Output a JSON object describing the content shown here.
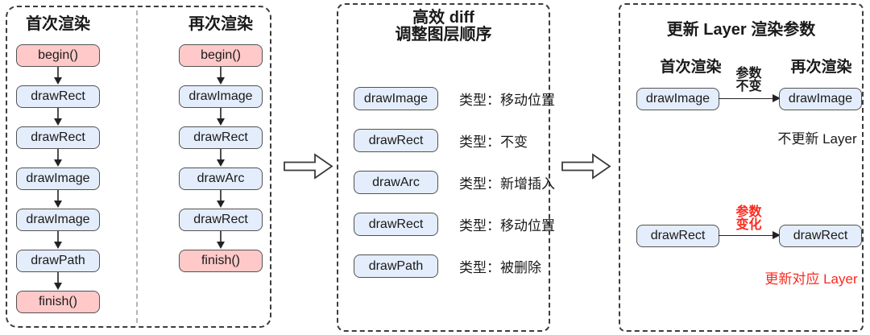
{
  "first": {
    "title": "首次渲染",
    "steps": [
      "begin()",
      "drawRect",
      "drawRect",
      "drawImage",
      "drawImage",
      "drawPath",
      "finish()"
    ]
  },
  "second": {
    "title": "再次渲染",
    "steps": [
      "begin()",
      "drawImage",
      "drawRect",
      "drawArc",
      "drawRect",
      "finish()"
    ]
  },
  "diff": {
    "title_line1": "高效 diff",
    "title_line2": "调整图层顺序",
    "items": [
      {
        "op": "drawImage",
        "type": "类型：移动位置"
      },
      {
        "op": "drawRect",
        "type": "类型：不变"
      },
      {
        "op": "drawArc",
        "type": "类型：新增插入"
      },
      {
        "op": "drawRect",
        "type": "类型：移动位置"
      },
      {
        "op": "drawPath",
        "type": "类型：被删除"
      }
    ]
  },
  "update": {
    "title": "更新 Layer 渲染参数",
    "first_header": "首次渲染",
    "second_header": "再次渲染",
    "rows": [
      {
        "from": "drawImage",
        "to": "drawImage",
        "arrow_line1": "参数",
        "arrow_line2": "不变",
        "note": "不更新 Layer",
        "highlight": false
      },
      {
        "from": "drawRect",
        "to": "drawRect",
        "arrow_line1": "参数",
        "arrow_line2": "变化",
        "note": "更新对应 Layer",
        "highlight": true
      }
    ]
  },
  "colors": {
    "pink_fill": "#FFC9C9",
    "blue_fill": "#E4EDFB",
    "box_border": "#525252",
    "dash_border": "#3C3C3C",
    "red_text": "#FB291E",
    "black_text": "#1A1A1A"
  }
}
